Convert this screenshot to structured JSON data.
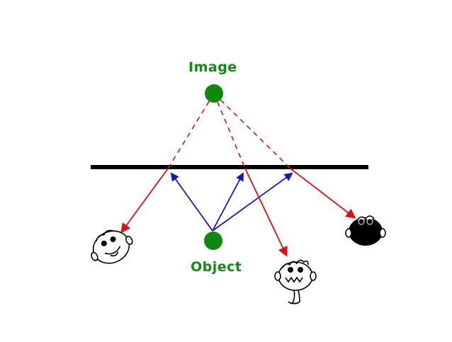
{
  "labels": {
    "image": "Image",
    "object": "Object"
  },
  "colors": {
    "label_green": "#138a13",
    "dot_green": "#0b8a0b",
    "mirror": "#000000",
    "incident_ray": "#1515c8",
    "reflected_ray": "#e01010",
    "virtual_ray": "#e01010",
    "background": "#ffffff"
  },
  "observers": [
    {
      "name": "left-observer",
      "style": "outline",
      "facing": "up-left"
    },
    {
      "name": "center-observer",
      "style": "outline",
      "facing": "up"
    },
    {
      "name": "right-observer",
      "style": "filled",
      "facing": "up-left"
    }
  ],
  "icons": {
    "image_point": "green-dot-icon",
    "object_point": "green-dot-icon",
    "arrowhead": "triangle-arrowhead-icon"
  }
}
